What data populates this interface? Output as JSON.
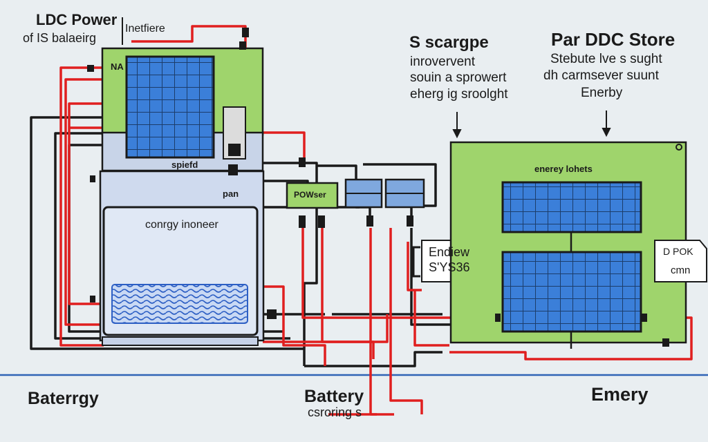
{
  "labels": {
    "top_left_title": "LDC Power",
    "top_left_subtitle": "of IS balaeirg",
    "top_left_tag": "Inetfiere",
    "center_title": "S scargpe",
    "center_line1": "inrovervent",
    "center_line2": "souin a sprowert",
    "center_line3": "eherg ig sroolght",
    "right_title": "Par DDC Store",
    "right_line1": "Stebute lve s sught",
    "right_line2": "dh carmsever suunt",
    "right_line3": "Enerby",
    "unit_na": "NA",
    "unit_spiefd": "spiefd",
    "unit_pan": "pan",
    "unit_container_label": "conrgy inoneer",
    "unit_powser": "POWser",
    "right_box_label": "enerey lohets",
    "endiew_line1": "Endiew",
    "endiew_line2": "S'YS36",
    "dpok_line1": "D POK",
    "dpok_line2": "cmn",
    "bottom_left": "Baterrgy",
    "bottom_center": "Battery",
    "bottom_center_sub": "csroring s",
    "bottom_right": "Emery"
  },
  "colors": {
    "background": "#e9eef1",
    "green_panel": "#9fd46c",
    "solar_blue": "#3b7fd9",
    "wire_red": "#e01f1f",
    "wire_black": "#1a1a1a",
    "ground_line": "#2f63b5"
  }
}
